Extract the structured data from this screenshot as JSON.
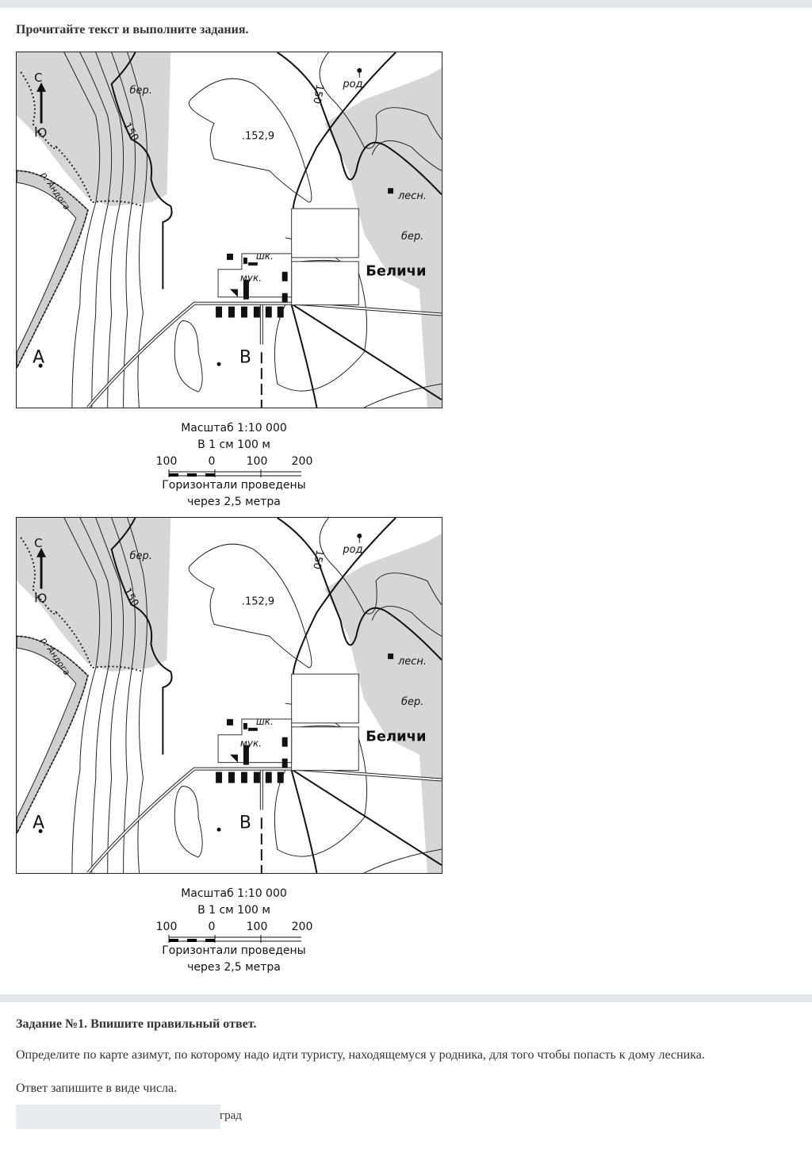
{
  "header": {
    "title": "Прочитайте текст и выполните задания."
  },
  "map": {
    "north": "С",
    "south": "Ю",
    "river": "р. Андога",
    "birch1": "бер.",
    "birch2": "бер.",
    "contour150a": "150",
    "contour150b": "150",
    "height": ".152,9",
    "spring": "род.",
    "forester": "лесн.",
    "village": "Беличи",
    "school": "шк.",
    "mill": "мук.",
    "pointA": "A",
    "pointB": "B"
  },
  "legend": {
    "scale": "Масштаб 1:10 000",
    "per_cm": "В 1 см 100 м",
    "ticks": [
      "100",
      "0",
      "100",
      "200"
    ],
    "contours_line1": "Горизонтали проведены",
    "contours_line2": "через 2,5 метра"
  },
  "task": {
    "title": "Задание №1. Впишите правильный ответ.",
    "question": "Определите по карте азимут, по которому надо идти туристу, находящемуся у родника, для того чтобы попасть к дому лесника.",
    "instruction": "Ответ запишите в виде числа.",
    "answer_value": "",
    "unit": "град"
  }
}
